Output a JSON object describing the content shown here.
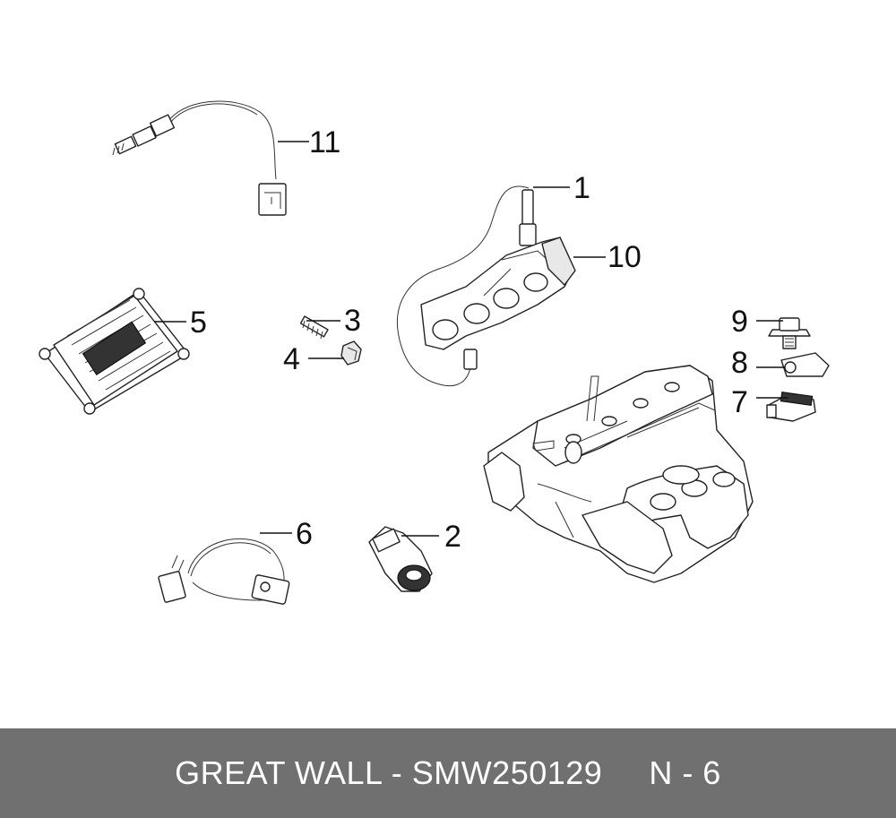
{
  "diagram": {
    "callouts": [
      "1",
      "2",
      "3",
      "4",
      "5",
      "6",
      "7",
      "8",
      "9",
      "10",
      "11"
    ],
    "parts": {
      "p1": "oxygen-sensor-front",
      "p2": "knock-sensor",
      "p3": "stud",
      "p4": "nut",
      "p5": "engine-control-unit",
      "p6": "crankshaft-position-sensor",
      "p7": "camshaft-position-sensor",
      "p8": "gasket",
      "p9": "bolt",
      "p10": "exhaust-manifold-heat-shield",
      "p11": "oxygen-sensor-rear"
    }
  },
  "footer": {
    "brand_code": "GREAT WALL - SMW250129",
    "page_ref": "N - 6"
  },
  "colors": {
    "footer_bg": "#707070",
    "footer_text": "#ffffff",
    "line": "#111111"
  }
}
